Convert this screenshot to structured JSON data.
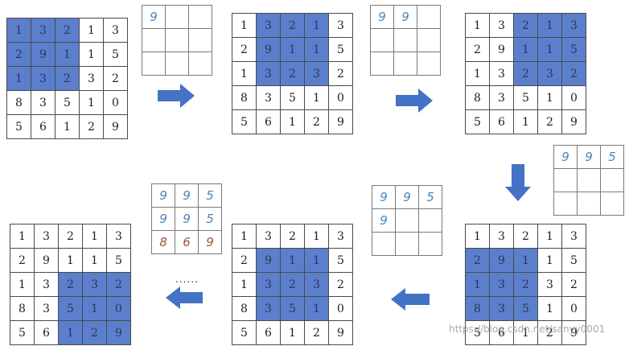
{
  "input": [
    [
      "1",
      "3",
      "2",
      "1",
      "3"
    ],
    [
      "2",
      "9",
      "1",
      "1",
      "5"
    ],
    [
      "1",
      "3",
      "2",
      "3",
      "2"
    ],
    [
      "8",
      "3",
      "5",
      "1",
      "0"
    ],
    [
      "5",
      "6",
      "1",
      "2",
      "9"
    ]
  ],
  "steps": [
    {
      "window_row": 0,
      "window_col": 0
    },
    {
      "window_row": 0,
      "window_col": 1
    },
    {
      "window_row": 0,
      "window_col": 2
    },
    {
      "window_row": 1,
      "window_col": 0
    },
    {
      "window_row": 1,
      "window_col": 1
    },
    {
      "window_row": 2,
      "window_col": 2
    }
  ],
  "outputs": [
    [
      [
        "9",
        "",
        ""
      ],
      [
        "",
        "",
        ""
      ],
      [
        "",
        "",
        ""
      ]
    ],
    [
      [
        "9",
        "9",
        ""
      ],
      [
        "",
        "",
        ""
      ],
      [
        "",
        "",
        ""
      ]
    ],
    [
      [
        "9",
        "9",
        "5"
      ],
      [
        "",
        "",
        ""
      ],
      [
        "",
        "",
        ""
      ]
    ],
    [
      [
        "9",
        "9",
        "5"
      ],
      [
        "9",
        "",
        ""
      ],
      [
        "",
        "",
        ""
      ]
    ],
    [
      [
        "9",
        "9",
        "5"
      ],
      [
        "9",
        "9",
        "5"
      ],
      [
        "8",
        "6",
        "9"
      ]
    ]
  ],
  "ellipsis": "......",
  "watermark": "https://blog.csdn.net/sanyy0001",
  "colors": {
    "highlight": "#5b7fcc",
    "arrow": "#4472c4",
    "handwriting": "#4a86b8"
  }
}
